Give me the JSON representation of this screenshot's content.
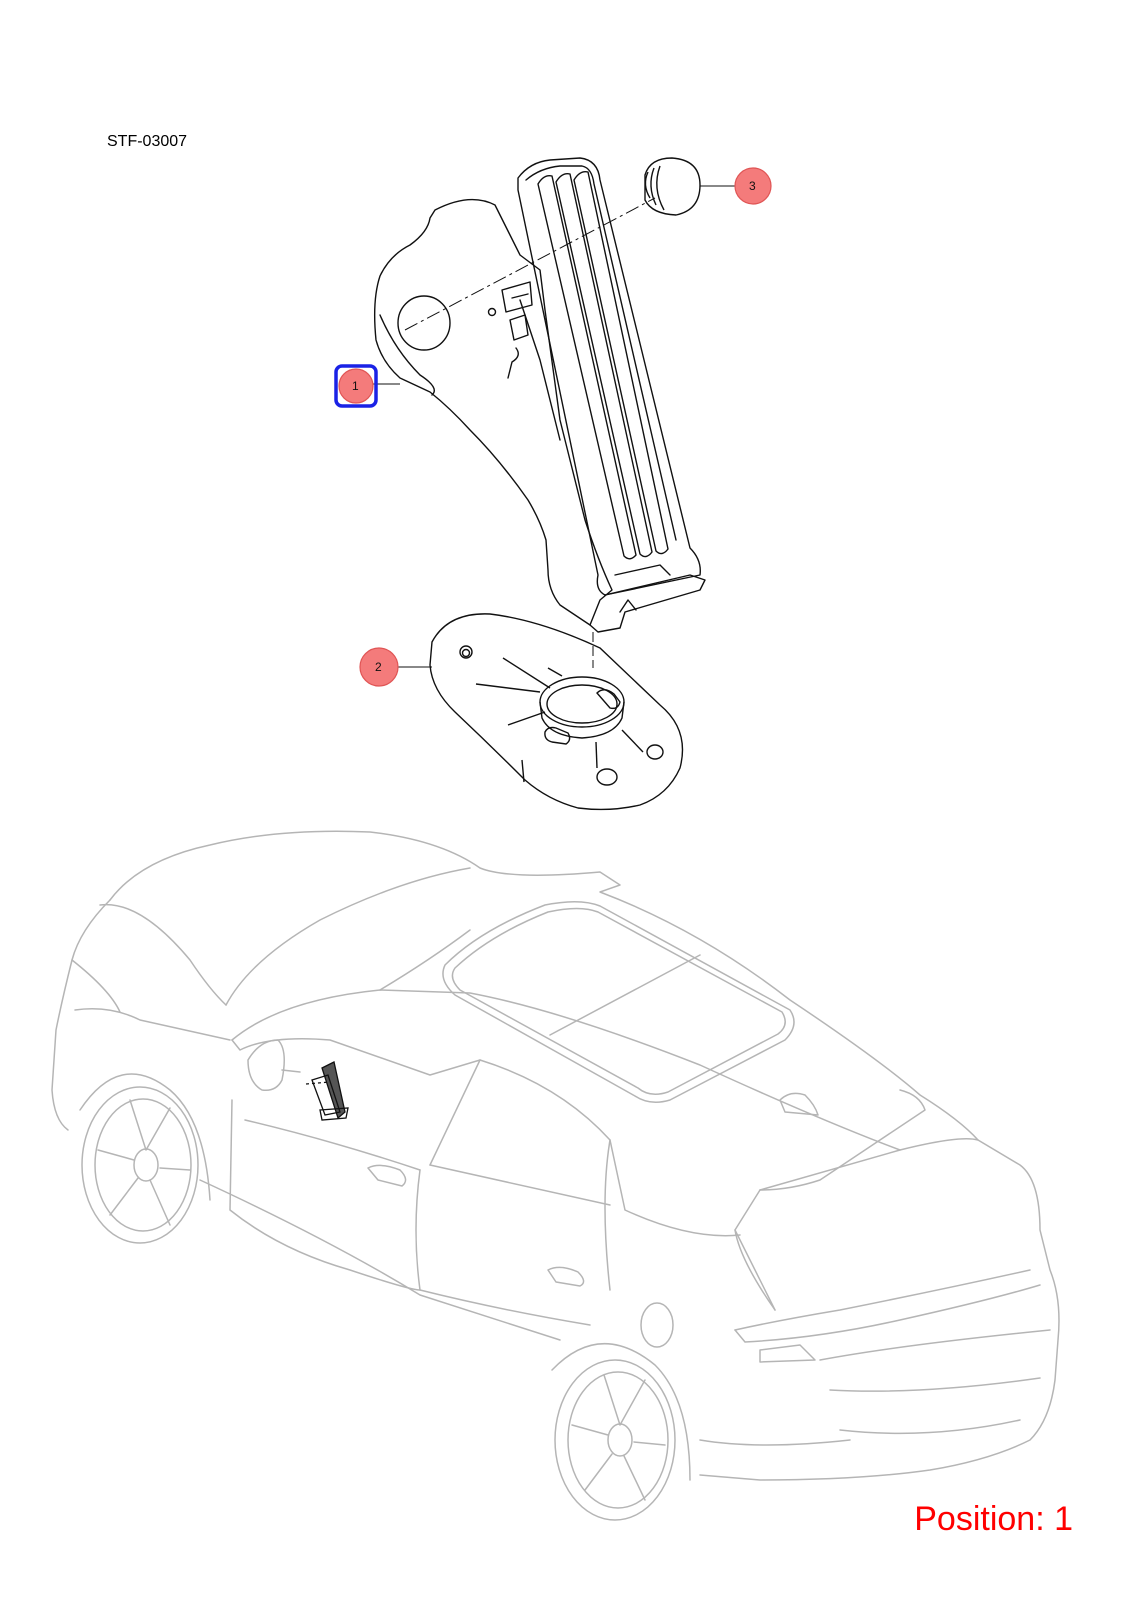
{
  "diagram": {
    "code": "STF-03007",
    "position_label": "Position: 1",
    "selected_callout": "1"
  },
  "callouts": [
    {
      "id": "1",
      "label": "1",
      "part": "accelerator-pedal-assembly",
      "selected": true
    },
    {
      "id": "2",
      "label": "2",
      "part": "pedal-base-plate",
      "selected": false
    },
    {
      "id": "3",
      "label": "3",
      "part": "pedal-stopper",
      "selected": false
    }
  ],
  "colors": {
    "callout_fill": "#f47b7b",
    "callout_stroke": "#e05555",
    "selection": "#1a22e6",
    "position_text": "#ff0000",
    "part_lines": "#111111",
    "vehicle_lines": "#b5b5b5"
  }
}
